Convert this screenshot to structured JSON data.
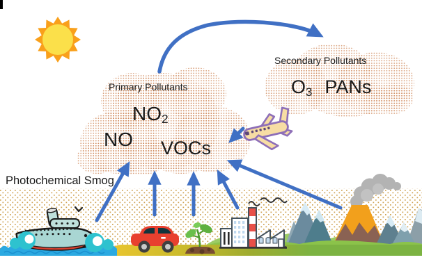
{
  "scene": {
    "smog_label": "Photochemical Smog",
    "primary_cloud": {
      "label": "Primary Pollutants",
      "no2": {
        "main": "NO",
        "sub": "2"
      },
      "no": "NO",
      "vocs": "VOCs"
    },
    "secondary_cloud": {
      "label": "Secondary Pollutants",
      "o3": {
        "main": "O",
        "sub": "3"
      },
      "pans": "PANs"
    },
    "colors": {
      "arrow_blue": "#4070C4",
      "cloud_dot": "#D08A5C",
      "smog_dot": "#C9983F",
      "sun_rays": "#F9A01B",
      "sun_core": "#FBE04A",
      "car_red": "#E8402F",
      "volcano_orange": "#F2A01C",
      "water_blue": "#2BA9E1",
      "sand_yellow": "#E9C52F",
      "hill_green": "#7CB342"
    },
    "icons": [
      "sun-icon",
      "airplane-icon",
      "ship-icon",
      "bird-icon",
      "wave-icon",
      "car-icon",
      "plant-icon",
      "factory-icon",
      "mountains-icon",
      "volcano-icon",
      "smoke-icon"
    ]
  }
}
